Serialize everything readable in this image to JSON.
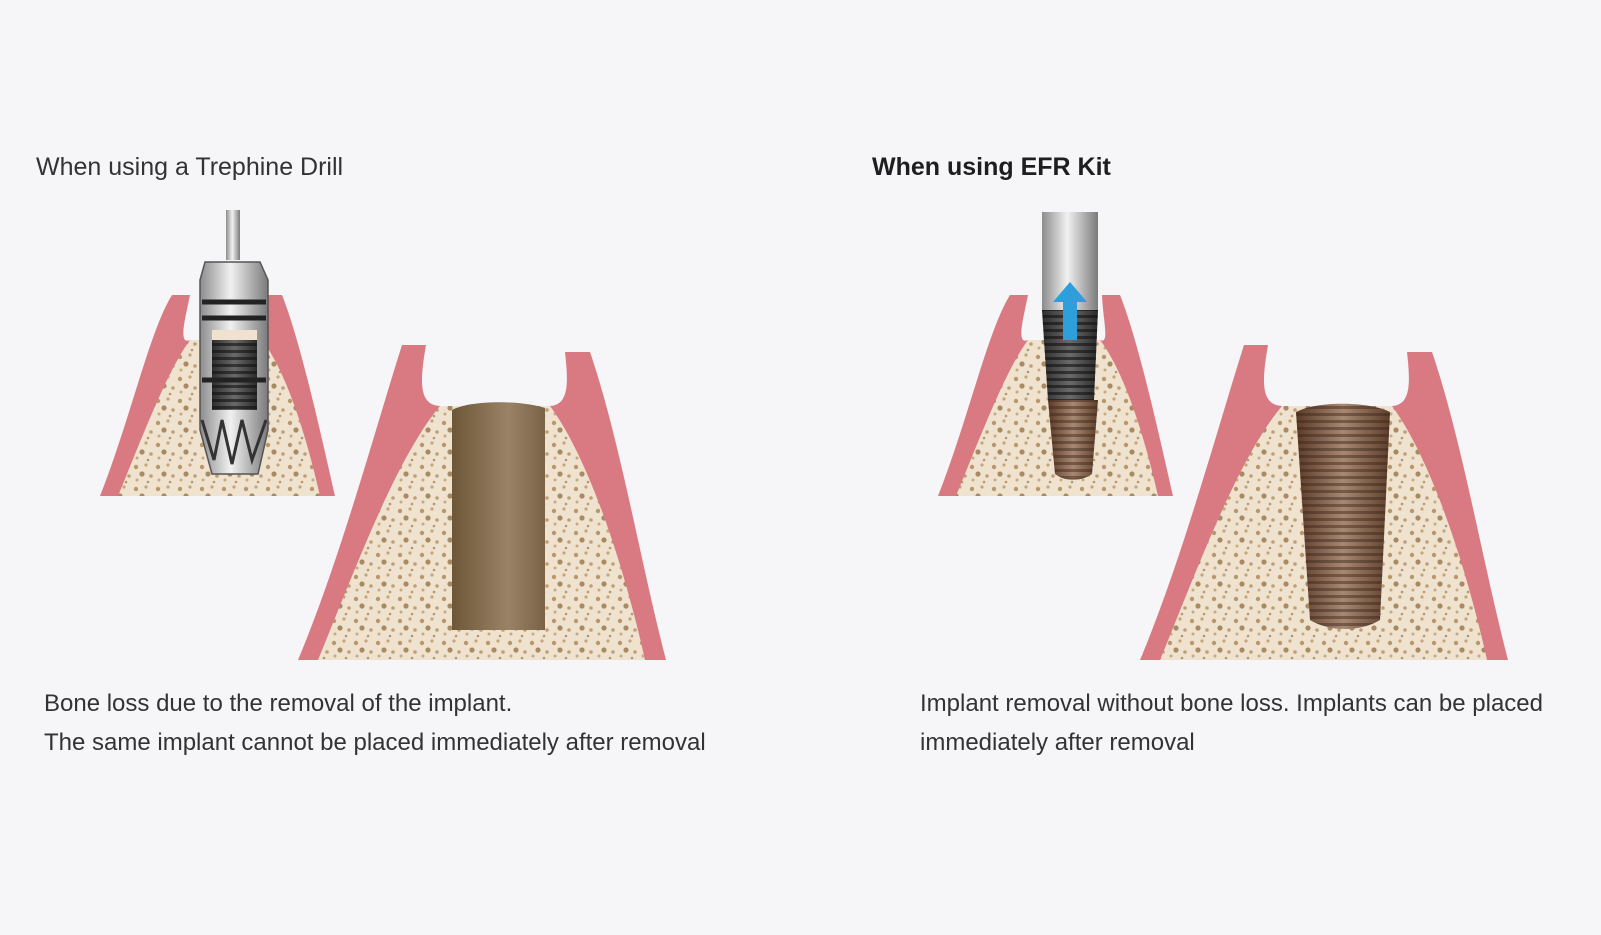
{
  "left": {
    "title": "When using a Trephine Drill",
    "description": [
      "Bone loss due to the removal of the implant.",
      "The same implant cannot be placed immediately after removal"
    ]
  },
  "right": {
    "title": "When using EFR Kit",
    "description": [
      "Implant removal without bone loss. Implants can be placed",
      "immediately after removal"
    ]
  },
  "colors": {
    "background": "#f6f5f8",
    "gum": "#d97a83",
    "bone": "#efe3cf",
    "socket": "#8a7258",
    "arrow": "#2f9fdc"
  }
}
